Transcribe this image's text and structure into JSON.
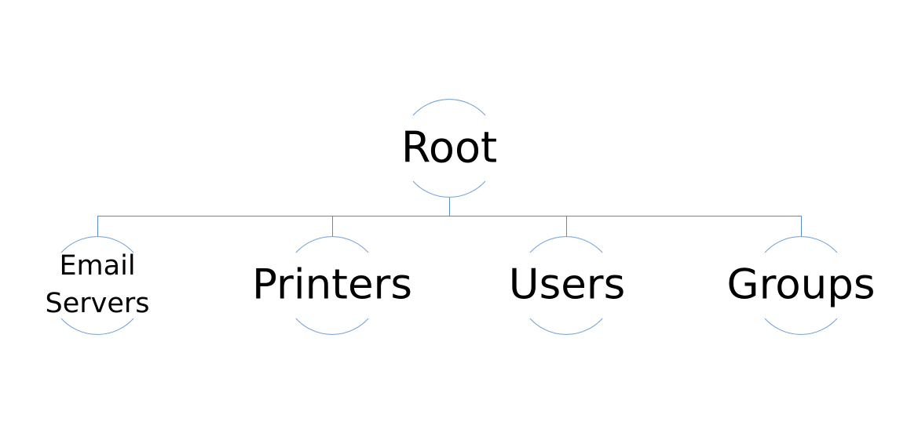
{
  "diagram": {
    "root": {
      "label": "Root"
    },
    "children": [
      {
        "id": "email-servers",
        "label": "Email Servers"
      },
      {
        "id": "printers",
        "label": "Printers"
      },
      {
        "id": "users",
        "label": "Users"
      },
      {
        "id": "groups",
        "label": "Groups"
      }
    ],
    "colors": {
      "line": "#5b8cc8",
      "arc": "#6f9fd5",
      "text": "#000000",
      "background": "#ffffff"
    }
  }
}
